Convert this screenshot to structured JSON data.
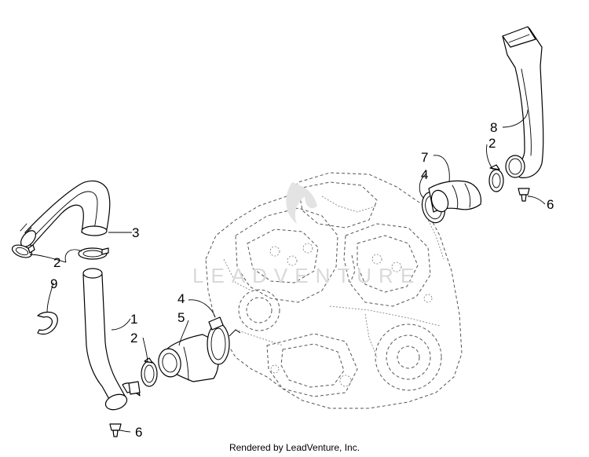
{
  "watermark": "LEADVENTURE",
  "footer": "Rendered by LeadVenture, Inc.",
  "callouts": {
    "c1": "1",
    "c2a": "2",
    "c2b": "2",
    "c2c": "2",
    "c3": "3",
    "c4a": "4",
    "c4b": "4",
    "c5": "5",
    "c6a": "6",
    "c6b": "6",
    "c7": "7",
    "c8": "8",
    "c9": "9"
  }
}
